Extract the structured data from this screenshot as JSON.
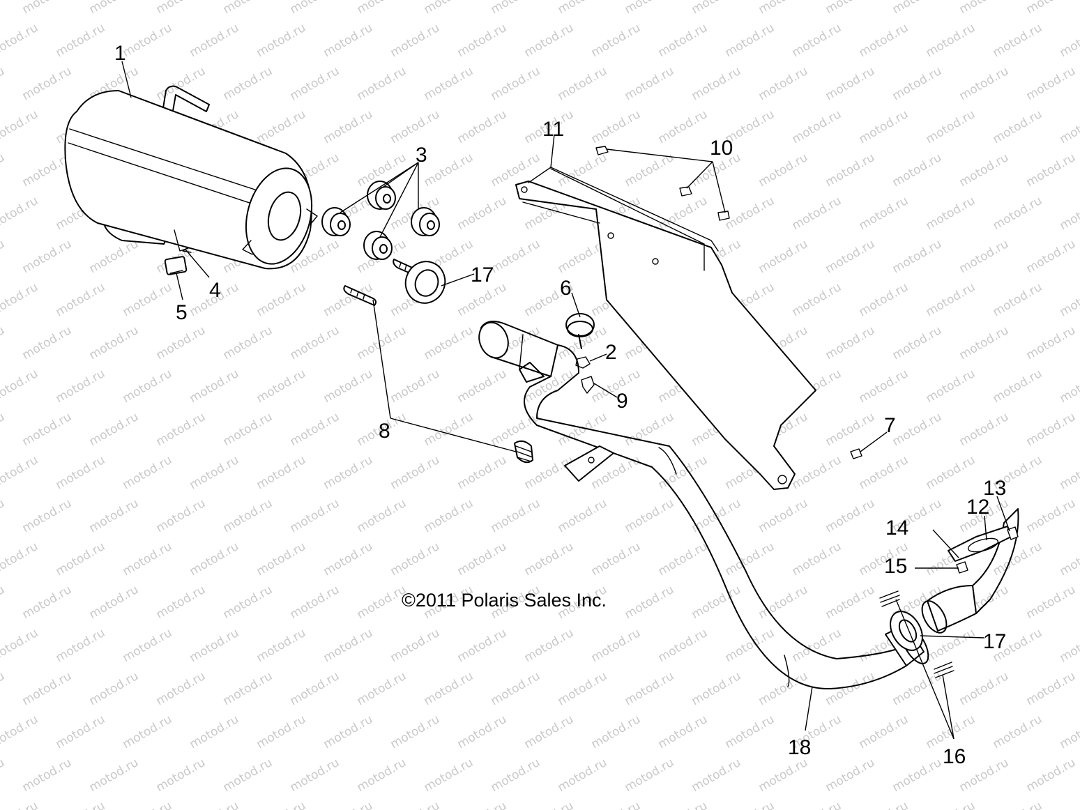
{
  "watermark": "motod.ru",
  "copyright": "©2011 Polaris Sales Inc.",
  "callouts": [
    {
      "id": "c1",
      "text": "1"
    },
    {
      "id": "c3",
      "text": "3"
    },
    {
      "id": "c4",
      "text": "4"
    },
    {
      "id": "c5",
      "text": "5"
    },
    {
      "id": "c17a",
      "text": "17"
    },
    {
      "id": "c11",
      "text": "11"
    },
    {
      "id": "c10",
      "text": "10"
    },
    {
      "id": "c6",
      "text": "6"
    },
    {
      "id": "c2",
      "text": "2"
    },
    {
      "id": "c9",
      "text": "9"
    },
    {
      "id": "c8",
      "text": "8"
    },
    {
      "id": "c7",
      "text": "7"
    },
    {
      "id": "c13",
      "text": "13"
    },
    {
      "id": "c12",
      "text": "12"
    },
    {
      "id": "c14",
      "text": "14"
    },
    {
      "id": "c15",
      "text": "15"
    },
    {
      "id": "c17b",
      "text": "17"
    },
    {
      "id": "c18",
      "text": "18"
    },
    {
      "id": "c16",
      "text": "16"
    }
  ],
  "colors": {
    "line": "#000000",
    "watermark": "#c9c9c9",
    "background": "#ffffff"
  }
}
